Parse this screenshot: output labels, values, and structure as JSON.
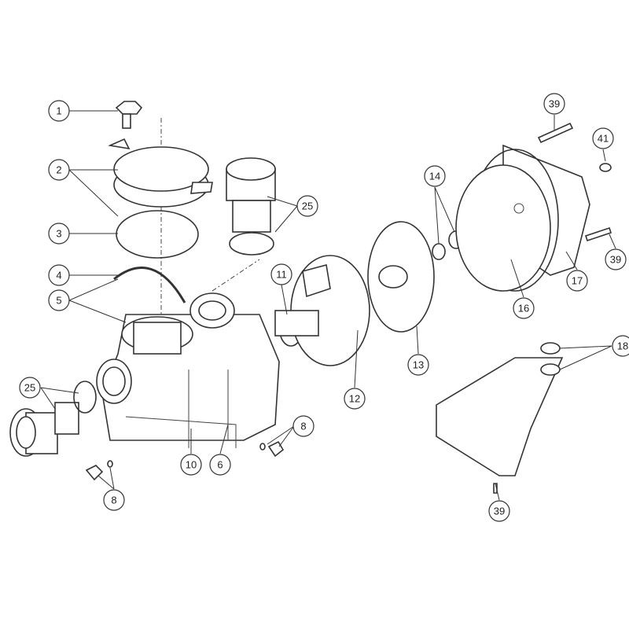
{
  "diagram": {
    "type": "exploded-parts-view",
    "callouts": [
      {
        "id": "c1",
        "label": "1"
      },
      {
        "id": "c2",
        "label": "2"
      },
      {
        "id": "c3",
        "label": "3"
      },
      {
        "id": "c4",
        "label": "4"
      },
      {
        "id": "c5",
        "label": "5"
      },
      {
        "id": "c25a",
        "label": "25"
      },
      {
        "id": "c25b",
        "label": "25"
      },
      {
        "id": "c8a",
        "label": "8"
      },
      {
        "id": "c8b",
        "label": "8"
      },
      {
        "id": "c10",
        "label": "10"
      },
      {
        "id": "c6",
        "label": "6"
      },
      {
        "id": "c11",
        "label": "11"
      },
      {
        "id": "c12",
        "label": "12"
      },
      {
        "id": "c13",
        "label": "13"
      },
      {
        "id": "c14",
        "label": "14"
      },
      {
        "id": "c16",
        "label": "16"
      },
      {
        "id": "c17",
        "label": "17"
      },
      {
        "id": "c39a",
        "label": "39"
      },
      {
        "id": "c41",
        "label": "41"
      },
      {
        "id": "c39b",
        "label": "39"
      },
      {
        "id": "c18",
        "label": "18"
      },
      {
        "id": "c39c",
        "label": "39"
      }
    ]
  }
}
